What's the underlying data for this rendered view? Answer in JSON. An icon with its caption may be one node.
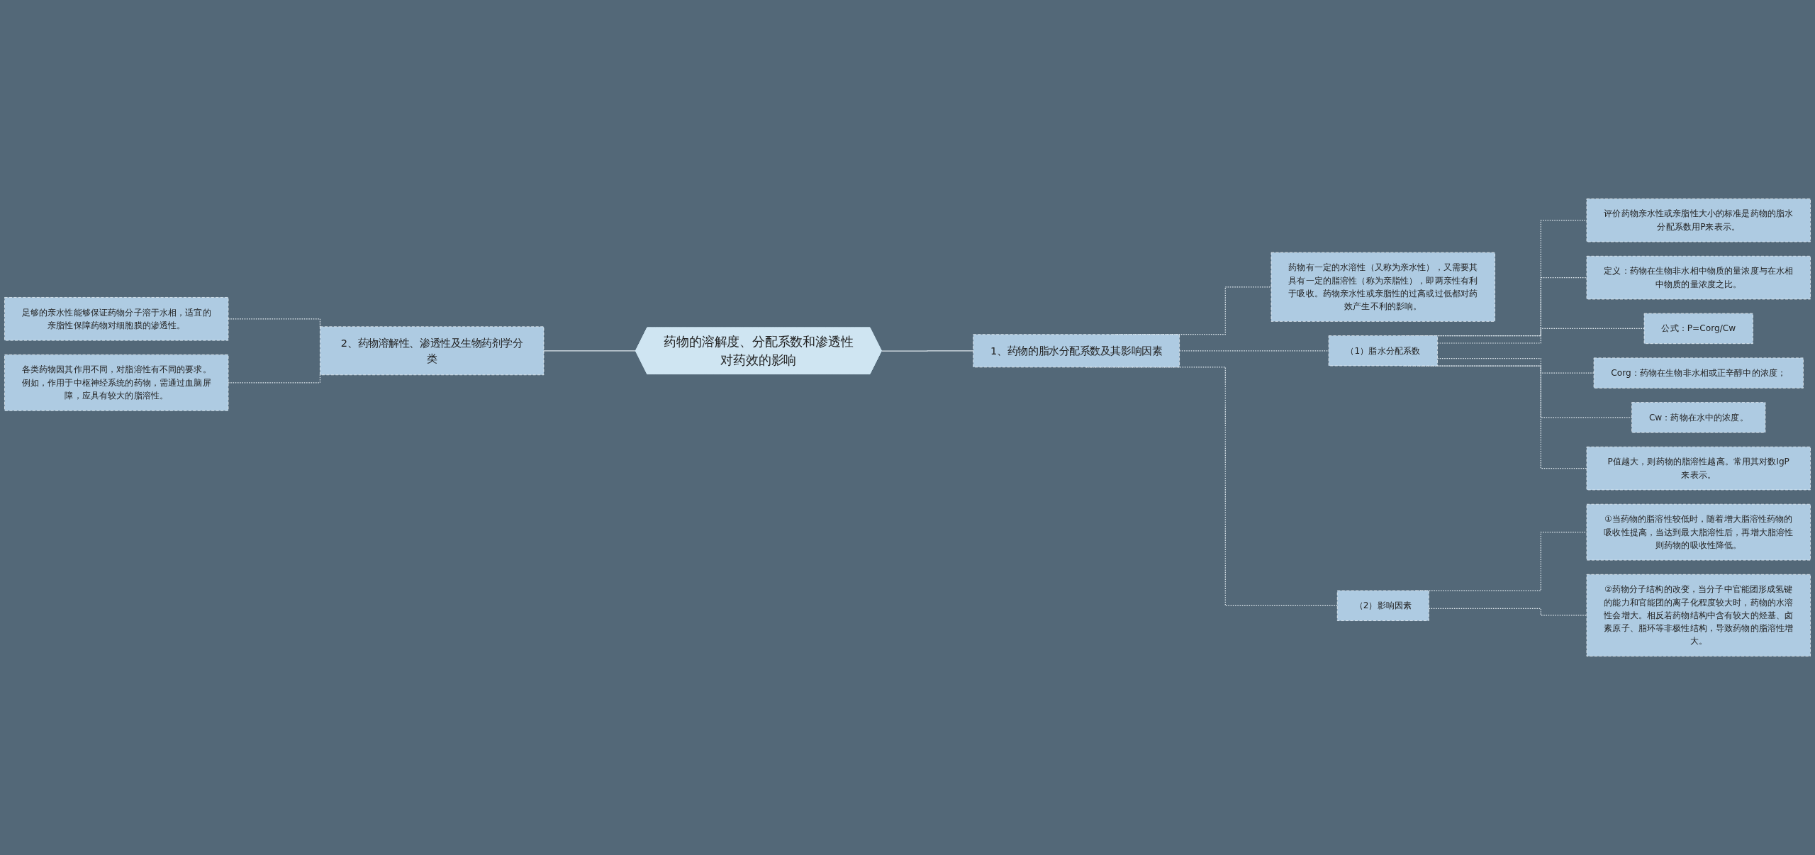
{
  "diagram": {
    "nodes": [
      {
        "text": [
          "药物的溶解度、分配系数和渗透性对药效的影响"
        ]
      },
      {
        "text": [
          "1、药物的脂水分配系数及其影响因素"
        ]
      },
      {
        "text": [
          "药物有一定的水溶性（又称为亲水性），又需要其具有一定的脂溶性（称为亲脂性），即两亲性有利于吸收。药物亲水性或亲脂性的过高或过低都对药效产生不利的影响。"
        ]
      },
      {
        "text": [
          "（1）脂水分配系数"
        ]
      },
      {
        "text": [
          "评价药物亲水性或亲脂性大小的标准是药物的脂水分配系数用P来表示。"
        ]
      },
      {
        "text": [
          "定义：药物在生物非水相中物质的量浓度与在水相中物质的量浓度之比。"
        ]
      },
      {
        "text": [
          "公式：P=Corg/Cw"
        ]
      },
      {
        "text": [
          "Corg：药物在生物非水相或正辛醇中的浓度；"
        ]
      },
      {
        "text": [
          "Cw：药物在水中的浓度。"
        ]
      },
      {
        "text": [
          "P值越大，则药物的脂溶性越高。常用其对数lgP来表示。"
        ]
      },
      {
        "text": [
          "（2）影响因素"
        ]
      },
      {
        "text": [
          "①当药物的脂溶性较低时，随着增大脂溶性药物的吸收性提高，当达到最大脂溶性后，再增大脂溶性则药物的吸收性降低。"
        ]
      },
      {
        "text": [
          "②药物分子结构的改变，当分子中官能团形成氢键的能力和官能团的离子化程度较大时，药物的水溶性会增大。相反若药物结构中含有较大的烃基、卤素原子、脂环等非极性结构，导致药物的脂溶性增大。"
        ]
      },
      {
        "text": [
          "2、药物溶解性、渗透性及生物药剂学分类"
        ]
      },
      {
        "text": [
          "足够的亲水性能够保证药物分子溶于水相，适宜的亲脂性保障药物对细胞膜的渗透性。"
        ]
      },
      {
        "text": [
          "各类药物因其作用不同，对脂溶性有不同的要求。例如，作用于中枢神经系统的药物，需通过血脑屏障，应具有较大的脂溶性。"
        ]
      }
    ],
    "edges": [
      {
        "from": 0,
        "to": 1,
        "arrow": "none"
      },
      {
        "from": 1,
        "to": 2,
        "arrow": "none",
        "style": "dashed"
      },
      {
        "from": 1,
        "to": 3,
        "arrow": "none",
        "style": "dashed"
      },
      {
        "from": 3,
        "to": 4,
        "arrow": "none",
        "style": "dashed"
      },
      {
        "from": 3,
        "to": 5,
        "arrow": "none",
        "style": "dashed"
      },
      {
        "from": 3,
        "to": 6,
        "arrow": "none",
        "style": "dashed"
      },
      {
        "from": 3,
        "to": 7,
        "arrow": "none",
        "style": "dashed"
      },
      {
        "from": 3,
        "to": 8,
        "arrow": "none",
        "style": "dashed"
      },
      {
        "from": 3,
        "to": 9,
        "arrow": "none",
        "style": "dashed"
      },
      {
        "from": 1,
        "to": 10,
        "arrow": "none",
        "style": "dashed"
      },
      {
        "from": 10,
        "to": 11,
        "arrow": "none",
        "style": "dashed"
      },
      {
        "from": 10,
        "to": 12,
        "arrow": "none",
        "style": "dashed"
      },
      {
        "from": 13,
        "to": 0,
        "arrow": "none"
      },
      {
        "from": 14,
        "to": 13,
        "arrow": "none",
        "style": "dashed"
      },
      {
        "from": 15,
        "to": 13,
        "arrow": "none",
        "style": "dashed"
      }
    ]
  }
}
